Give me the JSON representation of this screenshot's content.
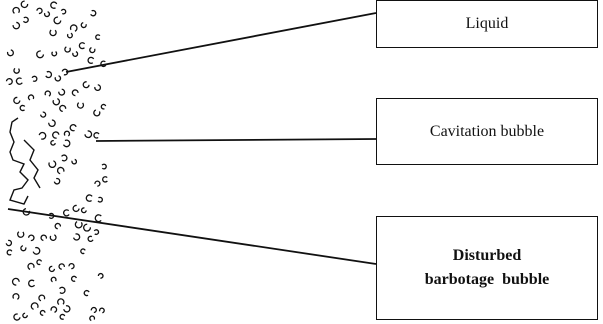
{
  "labels": {
    "liquid": "Liquid",
    "cavitation": "Cavitation bubble",
    "barbotage_line1": "Disturbed",
    "barbotage_line2": "barbotage  bubble"
  },
  "colors": {
    "ink": "#111111",
    "background": "#ffffff"
  }
}
